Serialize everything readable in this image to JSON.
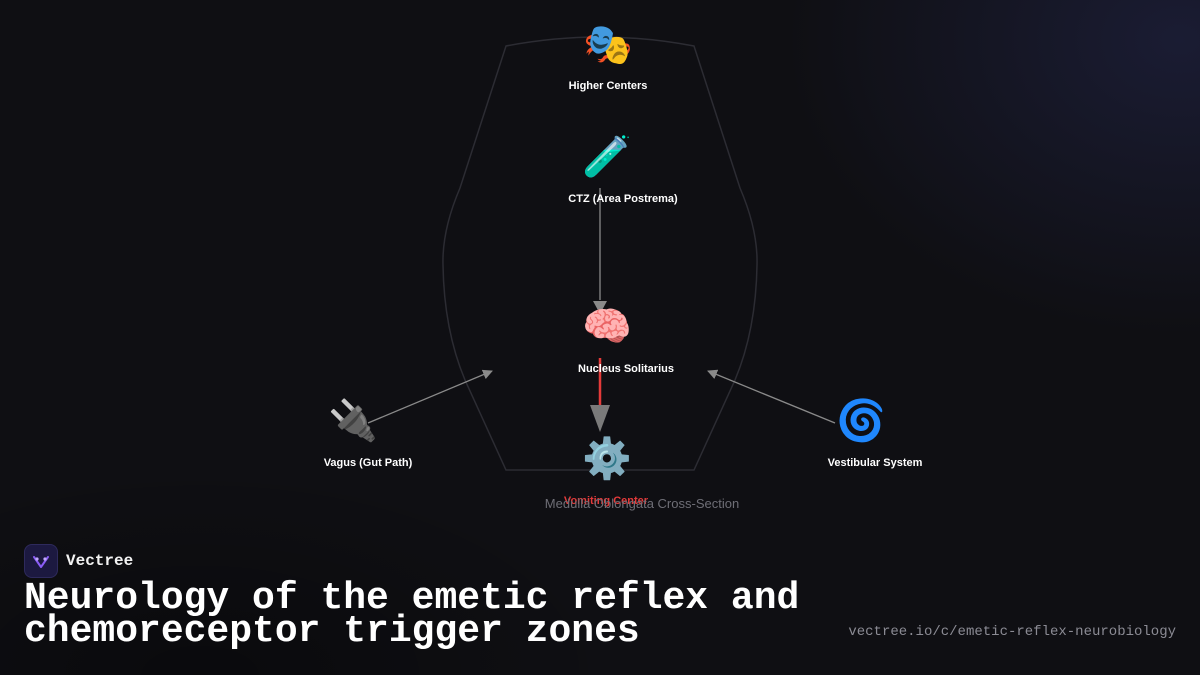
{
  "diagram": {
    "caption": "Medulla Oblongata Cross-Section",
    "nodes": [
      {
        "id": "higher-centers",
        "icon": "🎭",
        "icon_name": "theater-masks-icon",
        "label": "Higher Centers",
        "highlight": false
      },
      {
        "id": "ctz",
        "icon": "🧪",
        "icon_name": "test-tube-icon",
        "label": "CTZ (Area Postrema)",
        "highlight": false
      },
      {
        "id": "nucleus-solitarius",
        "icon": "🧠",
        "icon_name": "brain-icon",
        "label": "Nucleus Solitarius",
        "highlight": false
      },
      {
        "id": "vagus",
        "icon": "🔌",
        "icon_name": "electric-plug-icon",
        "label": "Vagus (Gut Path)",
        "highlight": false
      },
      {
        "id": "vestibular",
        "icon": "🌀",
        "icon_name": "cyclone-icon",
        "label": "Vestibular System",
        "highlight": false
      },
      {
        "id": "vomiting-center",
        "icon": "⚙️",
        "icon_name": "gear-icon",
        "label": "Vomiting Center",
        "highlight": true
      }
    ],
    "edges": [
      {
        "from": "ctz",
        "to": "nucleus-solitarius",
        "color": "#8a8a8a"
      },
      {
        "from": "nucleus-solitarius",
        "to": "vomiting-center",
        "color": "#e43a3a"
      },
      {
        "from": "vagus",
        "to": "nucleus-solitarius",
        "color": "#8a8a8a"
      },
      {
        "from": "vestibular",
        "to": "nucleus-solitarius",
        "color": "#8a8a8a"
      }
    ]
  },
  "brand": {
    "name": "Vectree",
    "logo_icon": "vectree-logo-icon",
    "accent_color": "#8a5cf6"
  },
  "footer": {
    "title": "Neurology of the emetic reflex and chemoreceptor trigger zones",
    "url": "vectree.io/c/emetic-reflex-neurobiology"
  },
  "colors": {
    "background": "#0f0f13",
    "highlight": "#e43a3a",
    "edge": "#8a8a8a"
  }
}
